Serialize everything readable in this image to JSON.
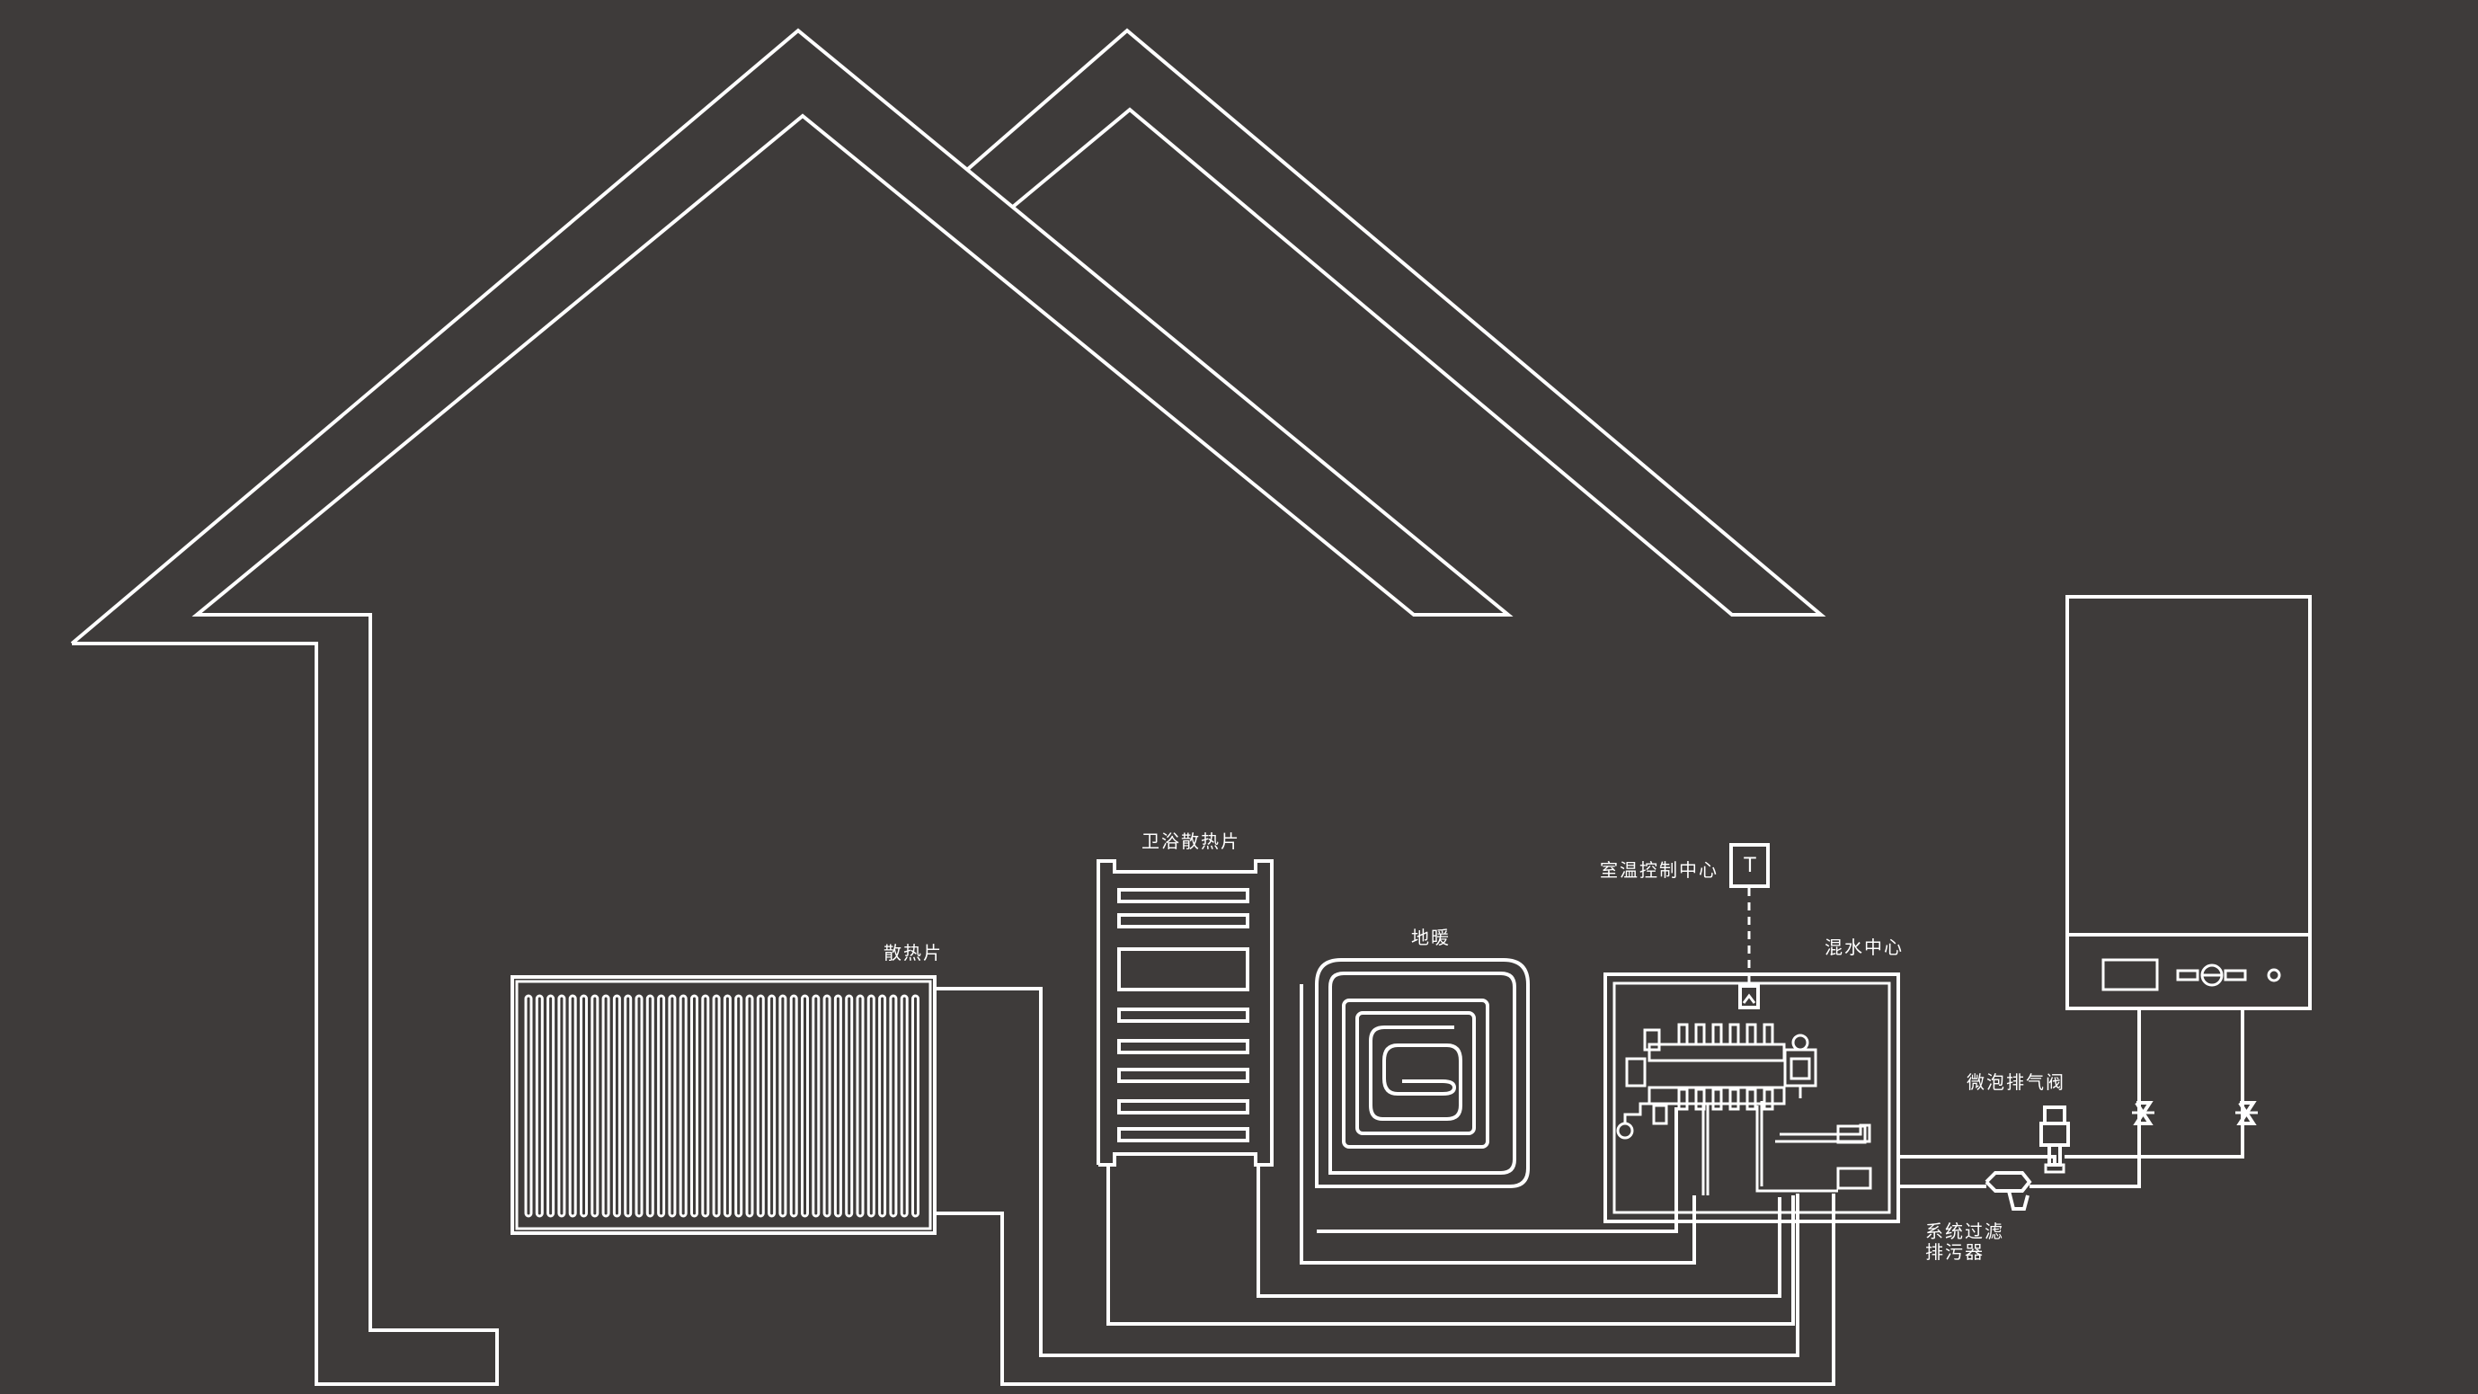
{
  "labels": {
    "radiator": "散热片",
    "towel_radiator": "卫浴散热片",
    "floor_heating": "地暖",
    "thermostat_center": "室温控制中心",
    "thermostat_symbol": "T",
    "mixing_center": "混水中心",
    "air_vent": "微泡排气阀",
    "filter_line1": "系统过滤",
    "filter_line2": "排污器"
  },
  "colors": {
    "background": "#3e3b3a",
    "line": "#ffffff"
  }
}
